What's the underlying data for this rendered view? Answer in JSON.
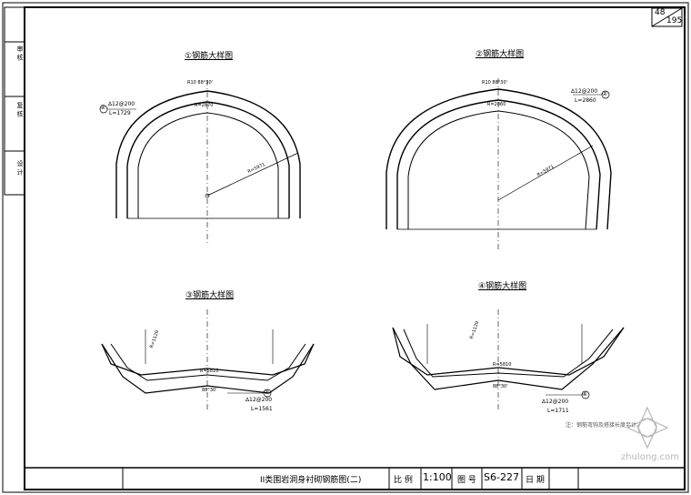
{
  "sheet": {
    "number_top": "48",
    "number_bottom": "195"
  },
  "side_column": {
    "cells": [
      "审 核",
      "复 核",
      "设 计"
    ]
  },
  "figures": [
    {
      "title": "①钢筋大样图",
      "label_dim": "∆12@200",
      "label_len": "L=1729",
      "marker": "①",
      "top_dim": "R10 88°30'",
      "inner_dim": "R=2870",
      "radius": "R=5971"
    },
    {
      "title": "②钢筋大样图",
      "label_dim": "∆12@200",
      "label_len": "L=2860",
      "marker": "②",
      "top_dim": "R10 88°30'",
      "inner_dim": "R=2860",
      "radius": "R=5971"
    },
    {
      "title": "③钢筋大样图",
      "label_dim": "∆12@200",
      "label_len": "L=1561",
      "marker": "③",
      "mid_dim": "R=5810",
      "bottom_dim": "88°30'",
      "side_dim": "R=1129"
    },
    {
      "title": "④钢筋大样图",
      "label_dim": "∆12@200",
      "label_len": "L=1711",
      "marker": "④",
      "mid_dim": "R=5810",
      "bottom_dim": "88°30'",
      "side_dim": "R=1129"
    }
  ],
  "note": "注：钢筋弯钩及搭接长度另计。",
  "title_block": {
    "drawing_title": "II类围岩洞身衬砌钢筋图(二)",
    "scale_label": "比 例",
    "scale_value": "1:100",
    "drawing_no_label": "图 号",
    "drawing_no_value": "S6-227",
    "date_label": "日 期",
    "date_value": ""
  },
  "watermark": {
    "text": "zhulong.com"
  },
  "colors": {
    "line": "#000000",
    "paper": "#ffffff",
    "watermark": "#b8b8b8"
  }
}
